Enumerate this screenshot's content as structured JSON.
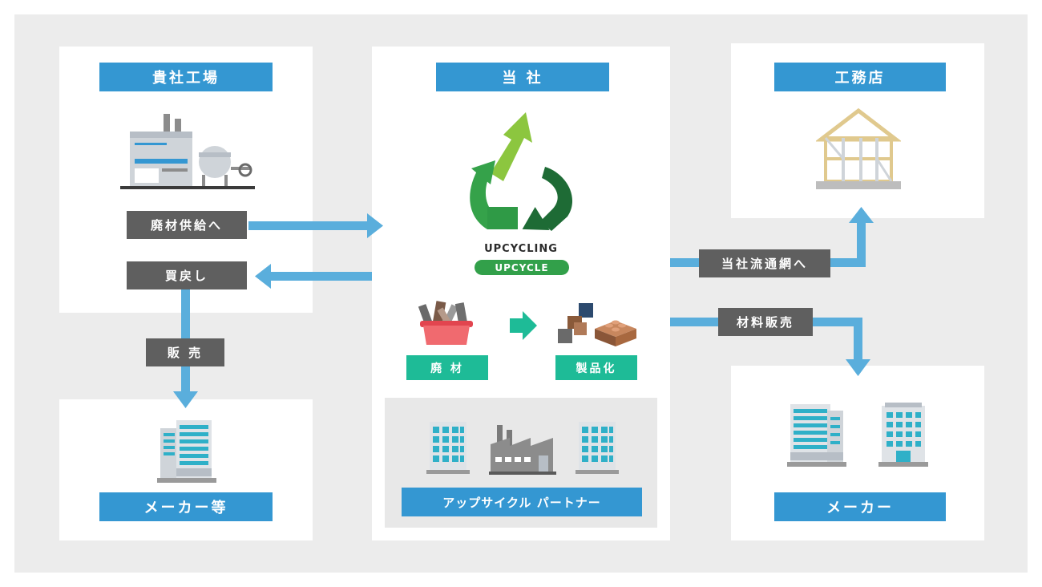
{
  "nodes": {
    "client_factory": {
      "title": "貴社工場"
    },
    "our_company": {
      "title": "当 社"
    },
    "contractor": {
      "title": "工務店"
    },
    "maker_etc": {
      "title": "メーカー等"
    },
    "maker": {
      "title": "メーカー"
    },
    "partner": {
      "title": "アップサイクル パートナー"
    }
  },
  "logo": {
    "upcycling": "UPCYCLING",
    "upcycle": "UPCYCLE"
  },
  "flow_labels": {
    "waste_supply": "廃材供給へ",
    "buy_back": "買戻し",
    "sales": "販 売",
    "distribution": "当社流通網へ",
    "material_sales": "材料販売"
  },
  "process": {
    "waste": "廃 材",
    "product": "製品化"
  },
  "icons": [
    "factory-plant-icon",
    "recycle-arrows-icon",
    "waste-basket-icon",
    "teal-arrow-icon",
    "product-blocks-icon",
    "house-frame-icon",
    "office-building-icon",
    "factory-icon"
  ],
  "colors": {
    "label_blue": "#3497d2",
    "label_dark": "#5f5f5f",
    "label_teal": "#1ebb97",
    "arrow_blue": "#5aaedc",
    "recycle_light_green": "#8cc63f",
    "recycle_green": "#35a24a",
    "recycle_dark_green": "#1e6b35"
  }
}
